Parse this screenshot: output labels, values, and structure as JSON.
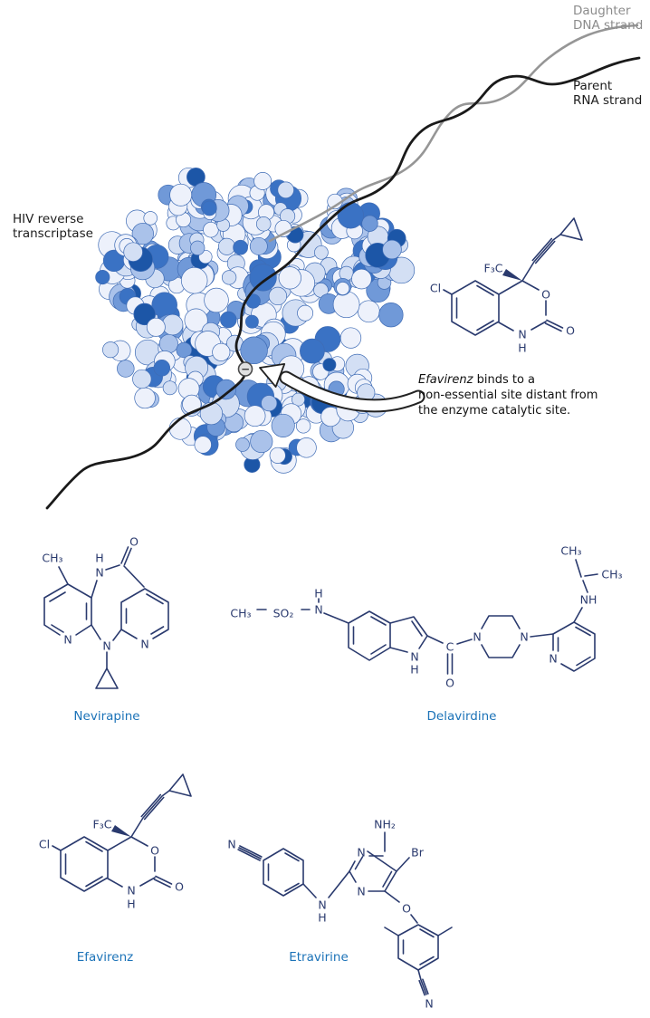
{
  "colors": {
    "drug_label_blue": "#1c73b8",
    "structure_ink": "#2a3a6e",
    "strand_gray": "#969696",
    "strand_black": "#1a1a1a",
    "protein_light": "#e9effb",
    "protein_dark": "#2a66bd"
  },
  "annotations": {
    "daughter_line1": "Daughter",
    "daughter_line2": "DNA strand",
    "parent_line1": "Parent",
    "parent_line2": "RNA strand",
    "enzyme_line1": "HIV reverse",
    "enzyme_line2": "transcriptase",
    "note_italic": "Efavirenz",
    "note_line1_rest": " binds to a",
    "note_line2": "non-essential site distant from",
    "note_line3": "the enzyme catalytic site.",
    "inhibition_symbol": "−"
  },
  "molecules": {
    "nevirapine": {
      "name": "Nevirapine",
      "ch3": "CH₃",
      "h_amide": "H",
      "n_amide": "N",
      "o_carbonyl": "O",
      "n_left": "N",
      "n_right": "N",
      "n_bridge": "N"
    },
    "delavirdine": {
      "name": "Delavirdine",
      "ch3_left": "CH₃",
      "so2": "SO₂",
      "h_sulfonamide": "H",
      "n_sulfonamide": "N",
      "n_indole": "N",
      "h_indole": "H",
      "c_carbonyl": "C",
      "o_carbonyl": "O",
      "n_pip_left": "N",
      "n_pip_right": "N",
      "n_pyridine": "N",
      "nh": "NH",
      "ch3_top": "CH₃",
      "ch3_right": "CH₃"
    },
    "efavirenz": {
      "name": "Efavirenz",
      "cl": "Cl",
      "f3c": "F₃C",
      "o_ring": "O",
      "o_carbonyl": "O",
      "n": "N",
      "h": "H"
    },
    "etravirine": {
      "name": "Etravirine",
      "n_nitrile_top": "N",
      "nh2": "NH₂",
      "br": "Br",
      "n_pym_top": "N",
      "n_pym_bottom": "N",
      "n_bridge": "N",
      "h_bridge": "H",
      "o_ether": "O",
      "n_nitrile_bottom": "N"
    }
  }
}
